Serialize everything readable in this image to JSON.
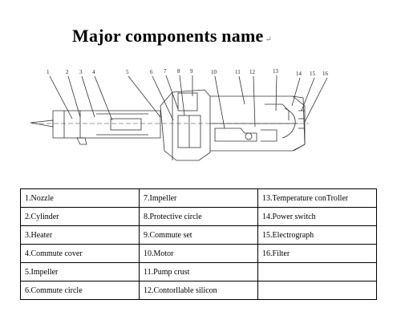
{
  "title": "Major components name",
  "title_mark": "↵",
  "diagram_numbers": [
    "1",
    "2",
    "3",
    "4",
    "5",
    "6",
    "7",
    "8",
    "9",
    "10",
    "11",
    "12",
    "13",
    "14",
    "15",
    "16"
  ],
  "table": {
    "rows": [
      [
        "1.Nozzle",
        "7.Impeller",
        "13.Temperature conTroller"
      ],
      [
        "2.Cylinder",
        "8.Protective circle",
        "14.Power switch"
      ],
      [
        "3.Heater",
        "9.Commute set",
        "15.Electrograph"
      ],
      [
        "4.Commute cover",
        "10.Motor",
        "16.Filter"
      ],
      [
        "5.Impeller",
        "11.Pump crust",
        ""
      ],
      [
        "6.Commute circle",
        "12.Contorllable silicon",
        ""
      ]
    ]
  }
}
